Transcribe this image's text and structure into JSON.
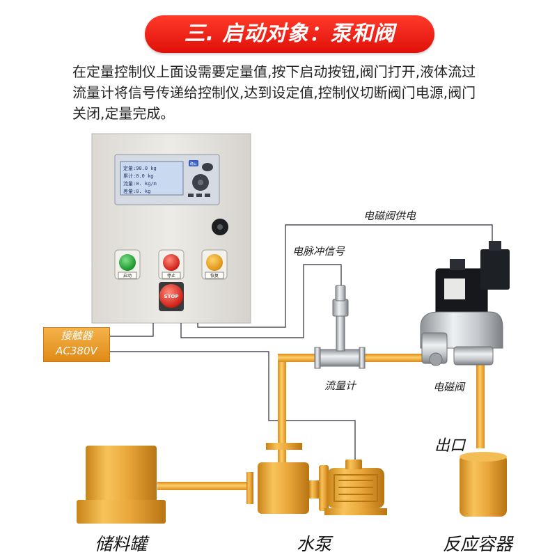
{
  "banner": {
    "title": "三. 启动对象：泵和阀"
  },
  "description": {
    "lines": [
      "在定量控制仪上面设需要定量值,按下启动按钮,阀门打开,液体流过",
      "流量计将信号传递给控制仪,达到设定值,控制仪切断阀门电源,阀门",
      "关闭,定量完成。"
    ]
  },
  "display": {
    "rows": [
      "定量:90.0  kg",
      "累计:0.0  kg",
      "流量:0. kg/m",
      "差量:0.  kg"
    ],
    "key_label": "确认"
  },
  "buttons": {
    "start": "启动",
    "stop": "停止",
    "reset": "恢复",
    "estop": "STOP"
  },
  "labels": {
    "valve_power": "电磁阀供电",
    "pulse_signal": "电脉冲信号",
    "flowmeter": "流量计",
    "solenoid_valve": "电磁阀",
    "outlet": "出口",
    "storage_tank": "储料罐",
    "water_pump": "水泵",
    "reactor": "反应容器"
  },
  "contactor": {
    "line1": "接触器",
    "line2": "AC380V"
  },
  "colors": {
    "banner": "#e8140c",
    "pipe": "#f0a830",
    "tank": "#e6a030",
    "cabinet": "#e8e6e1",
    "wire": "#2a2a3a"
  }
}
